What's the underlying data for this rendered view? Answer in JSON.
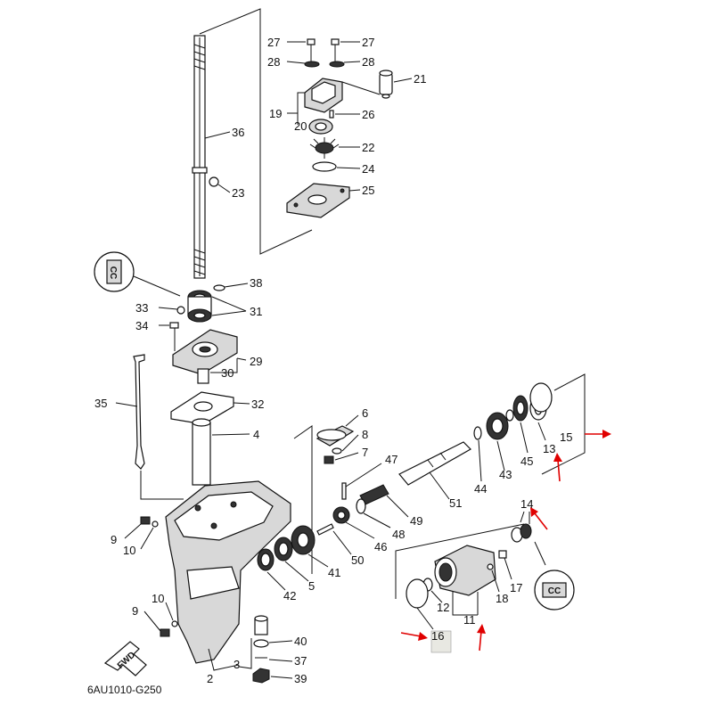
{
  "drawing_code": "6AU1010-G250",
  "fwd_label": "FWD",
  "accent_color": "#e00000",
  "labels": [
    {
      "id": "p27a",
      "text": "27"
    },
    {
      "id": "p27b",
      "text": "27"
    },
    {
      "id": "p28a",
      "text": "28"
    },
    {
      "id": "p28b",
      "text": "28"
    },
    {
      "id": "p21",
      "text": "21"
    },
    {
      "id": "p19",
      "text": "19"
    },
    {
      "id": "p26",
      "text": "26"
    },
    {
      "id": "p20",
      "text": "20"
    },
    {
      "id": "p36",
      "text": "36"
    },
    {
      "id": "p22",
      "text": "22"
    },
    {
      "id": "p24",
      "text": "24"
    },
    {
      "id": "p23",
      "text": "23"
    },
    {
      "id": "p25",
      "text": "25"
    },
    {
      "id": "p38",
      "text": "38"
    },
    {
      "id": "p33",
      "text": "33"
    },
    {
      "id": "p31",
      "text": "31"
    },
    {
      "id": "p34",
      "text": "34"
    },
    {
      "id": "p29",
      "text": "29"
    },
    {
      "id": "p30",
      "text": "30"
    },
    {
      "id": "p35",
      "text": "35"
    },
    {
      "id": "p32",
      "text": "32"
    },
    {
      "id": "p6",
      "text": "6"
    },
    {
      "id": "p8",
      "text": "8"
    },
    {
      "id": "p4",
      "text": "4"
    },
    {
      "id": "p7",
      "text": "7"
    },
    {
      "id": "p47",
      "text": "47"
    },
    {
      "id": "p15",
      "text": "15"
    },
    {
      "id": "p13",
      "text": "13"
    },
    {
      "id": "p45",
      "text": "45"
    },
    {
      "id": "p43",
      "text": "43"
    },
    {
      "id": "p44",
      "text": "44"
    },
    {
      "id": "p51",
      "text": "51"
    },
    {
      "id": "p49",
      "text": "49"
    },
    {
      "id": "p14",
      "text": "14"
    },
    {
      "id": "p9a",
      "text": "9"
    },
    {
      "id": "p10a",
      "text": "10"
    },
    {
      "id": "p48",
      "text": "48"
    },
    {
      "id": "p46",
      "text": "46"
    },
    {
      "id": "p50",
      "text": "50"
    },
    {
      "id": "p41",
      "text": "41"
    },
    {
      "id": "p5",
      "text": "5"
    },
    {
      "id": "p42",
      "text": "42"
    },
    {
      "id": "p18",
      "text": "18"
    },
    {
      "id": "p17",
      "text": "17"
    },
    {
      "id": "p12",
      "text": "12"
    },
    {
      "id": "p11",
      "text": "11"
    },
    {
      "id": "p10b",
      "text": "10"
    },
    {
      "id": "p9b",
      "text": "9"
    },
    {
      "id": "p16",
      "text": "16"
    },
    {
      "id": "p40",
      "text": "40"
    },
    {
      "id": "p37",
      "text": "37"
    },
    {
      "id": "p3",
      "text": "3"
    },
    {
      "id": "p39",
      "text": "39"
    },
    {
      "id": "p2",
      "text": "2"
    }
  ]
}
